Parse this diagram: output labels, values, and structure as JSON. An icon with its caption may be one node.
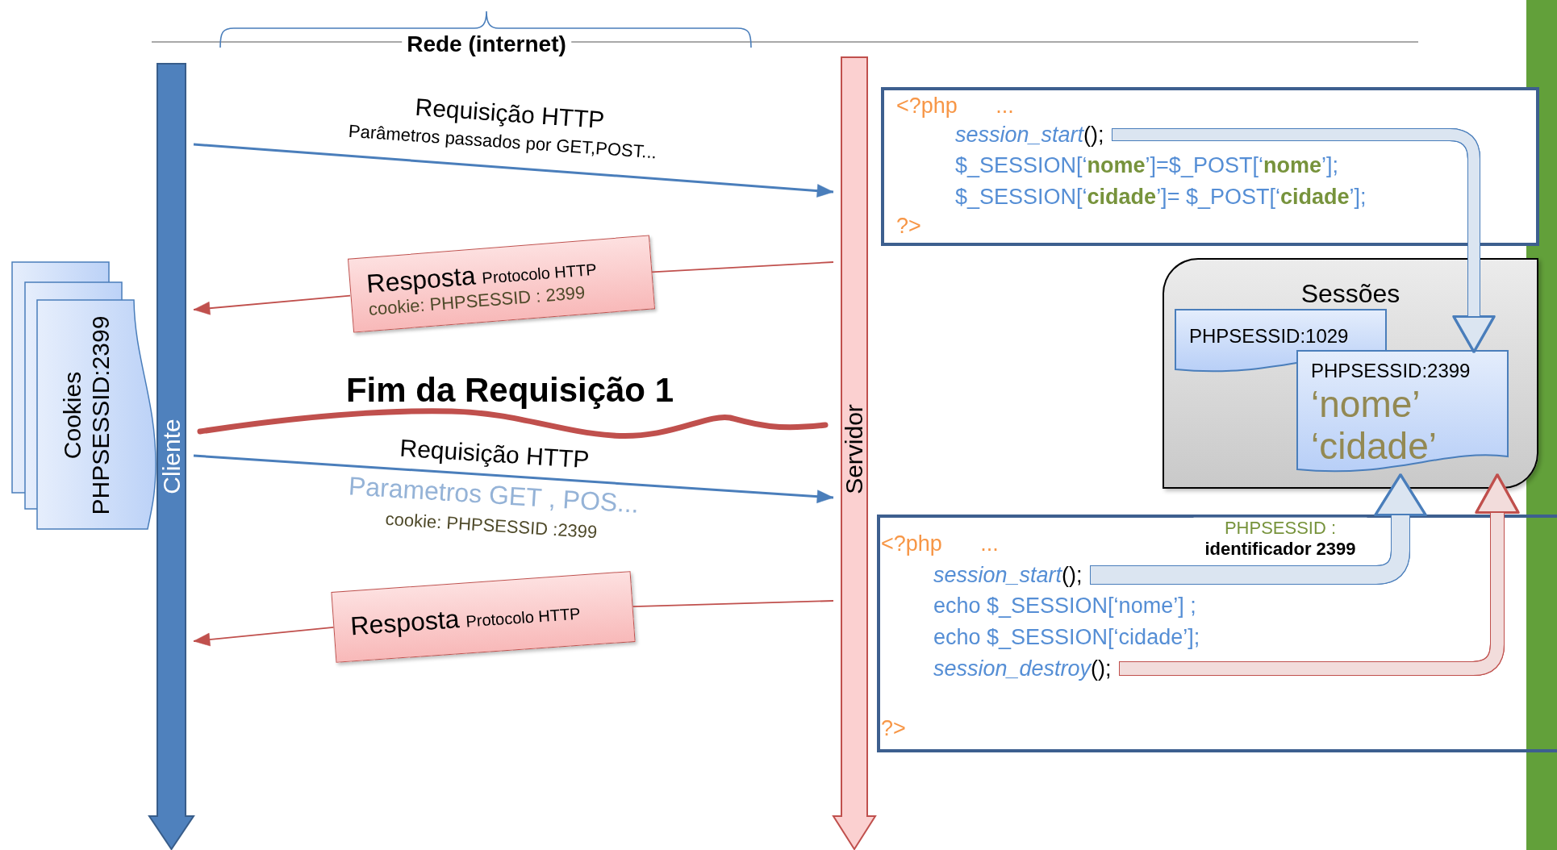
{
  "diagram": {
    "nodes": [
      {
        "text": [
          "Cliente"
        ]
      },
      {
        "text": [
          "Servidor"
        ]
      },
      {
        "text": [
          "Cookies",
          "PHPSESSID:2399"
        ]
      },
      {
        "text": [
          "Resposta",
          "Protocolo HTTP",
          "cookie: PHPSESSID : 2399"
        ]
      },
      {
        "text": [
          "Resposta",
          "Protocolo HTTP"
        ]
      },
      {
        "text": [],
        "shape": "box"
      },
      {
        "text": [
          "<?php ..."
        ],
        "in": 5
      },
      {
        "text": [
          "*session_start*();"
        ],
        "in": 5
      },
      {
        "text": [
          "$_SESSION[‘**nome**’]=$_POST[‘**nome**’];"
        ],
        "in": 5
      },
      {
        "text": [
          "$_SESSION[‘**cidade**’]= $_POST[‘**cidade**’];"
        ],
        "in": 5
      },
      {
        "text": [
          "?>"
        ],
        "in": 5
      },
      {
        "text": [
          "Sessões"
        ]
      },
      {
        "text": [
          "PHPSESSID:1029"
        ],
        "in": 11
      },
      {
        "text": [
          "PHPSESSID:2399",
          "‘nome’",
          "‘cidade’"
        ],
        "in": 11
      },
      {
        "text": [],
        "shape": "box"
      },
      {
        "text": [
          "<?php ..."
        ],
        "in": 14
      },
      {
        "text": [
          "*session_start*();"
        ],
        "in": 14
      },
      {
        "text": [
          "echo $_SESSION[‘nome’] ;"
        ],
        "in": 14
      },
      {
        "text": [
          "echo $_SESSION[‘cidade’];"
        ],
        "in": 14
      },
      {
        "text": [
          "*session_destroy*();"
        ],
        "in": 14
      },
      {
        "text": [
          "?>"
        ],
        "in": 14
      }
    ],
    "edges": [
      {
        "from": 0,
        "to": 1,
        "arrow": "to",
        "label": "Requisição HTTP",
        "color": "#4a7ebb"
      },
      {
        "from": 1,
        "to": 3,
        "arrow": "none"
      },
      {
        "from": 3,
        "to": 0,
        "arrow": "to"
      },
      {
        "from": 0,
        "to": 1,
        "arrow": "to",
        "label": "Requisição HTTP",
        "color": "#4a7ebb"
      },
      {
        "from": 1,
        "to": 4,
        "arrow": "none"
      },
      {
        "from": 4,
        "to": 0,
        "arrow": "to"
      },
      {
        "from": 7,
        "to": 13,
        "arrow": "to",
        "style": "thick",
        "color": "#dbe5f1"
      },
      {
        "from": 16,
        "to": 13,
        "arrow": "to",
        "style": "thick",
        "color": "#dbe5f1",
        "label": "PHPSESSID : **identificador 2399**"
      },
      {
        "from": 19,
        "to": 13,
        "arrow": "to",
        "style": "thick",
        "color": "#f2dcdb"
      }
    ],
    "labels": [
      "Rede (internet)",
      "Parâmetros passados por GET,POST...",
      "Fim da Requisição 1",
      "Parametros GET , POS...",
      "cookie: PHPSESSID :2399"
    ]
  }
}
